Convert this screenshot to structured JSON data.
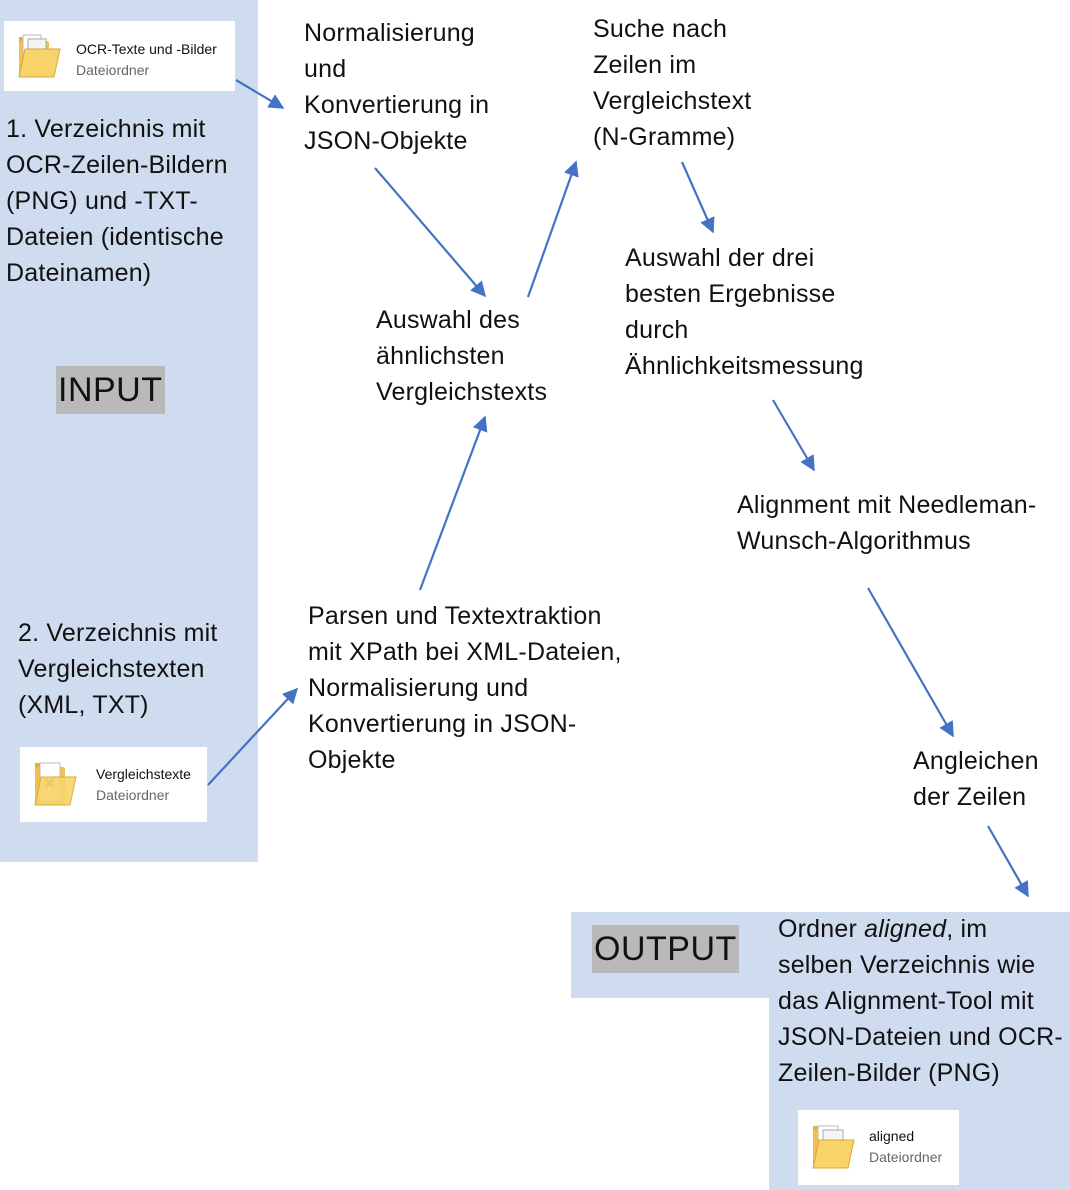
{
  "input": {
    "badge": "INPUT",
    "folder1": {
      "name": "OCR-Texte und -Bilder",
      "type": "Dateiordner"
    },
    "step1": "1. Verzeichnis mit\nOCR-Zeilen-Bildern\n(PNG) und -TXT-\nDateien (identische\nDateinamen)",
    "step2": "2. Verzeichnis mit\nVergleichstexten\n(XML, TXT)",
    "folder2": {
      "name": "Vergleichstexte",
      "type": "Dateiordner"
    }
  },
  "flow": {
    "normalize": "Normalisierung\nund\nKonvertierung in\nJSON-Objekte",
    "select_similar": "Auswahl des\nähnlichsten\nVergleichstexts",
    "parse": "Parsen und Textextraktion\nmit XPath bei XML-Dateien,\nNormalisierung und\nKonvertierung in JSON-\nObjekte",
    "search_lines": "Suche nach\nZeilen im\nVergleichstext\n(N-Gramme)",
    "select_best": "Auswahl der drei\nbesten Ergebnisse\ndurch\nÄhnlichkeitsmessung",
    "alignment": "Alignment mit Needleman-\nWunsch-Algorithmus",
    "adjust": "Angleichen\nder Zeilen"
  },
  "output": {
    "badge": "OUTPUT",
    "text_prefix": "Ordner ",
    "text_italic": "aligned",
    "text_suffix": ", im\nselben Verzeichnis wie\ndas Alignment-Tool mit\nJSON-Dateien und OCR-\nZeilen-Bilder (PNG)",
    "folder": {
      "name": "aligned",
      "type": "Dateiordner"
    }
  },
  "colors": {
    "panel": "#cfdcf0",
    "arrow": "#4472c4",
    "badge": "#b9b9b9"
  }
}
